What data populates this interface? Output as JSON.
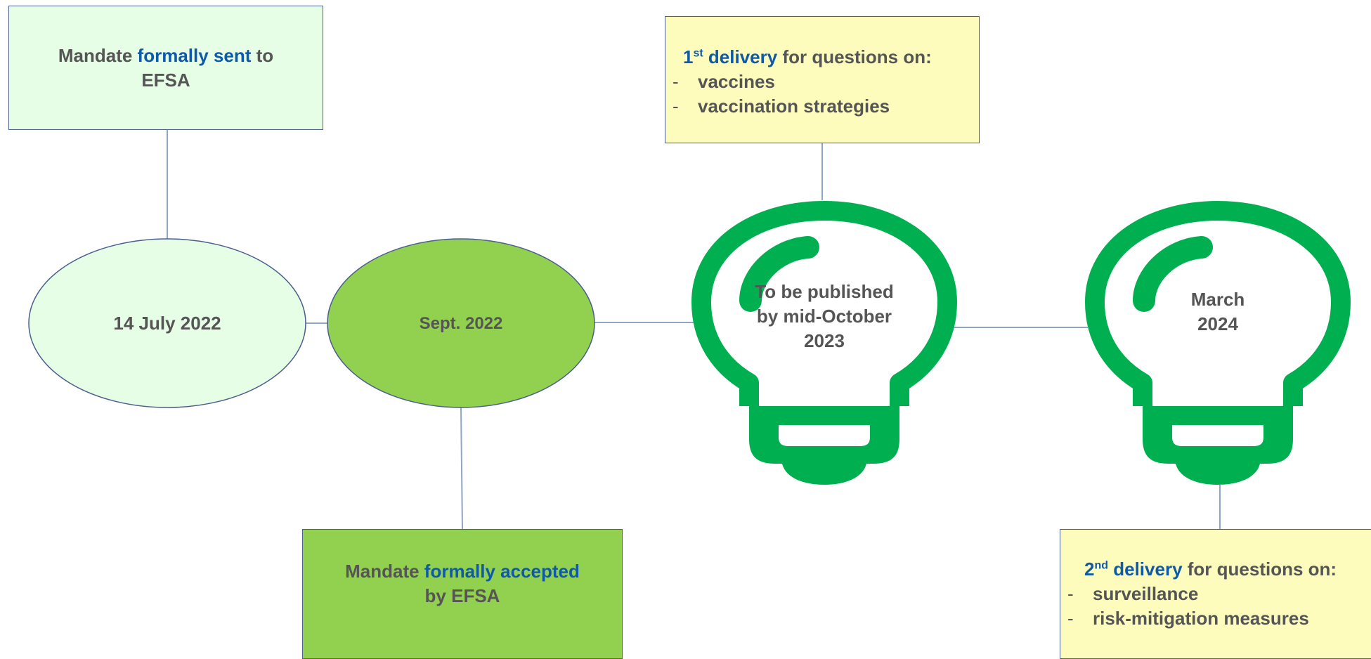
{
  "colors": {
    "box_light_green": "#e6fde6",
    "box_green": "#92d050",
    "box_yellow": "#fdfcbd",
    "bulb_green": "#00b050",
    "connector": "#8fa7c4",
    "text_gray": "#555555",
    "text_blue": "#0f5aa8",
    "border": "#4a5f8c"
  },
  "boxes": {
    "sent": {
      "prefix": "Mandate ",
      "highlight": "formally sent",
      "suffix": " to EFSA"
    },
    "accepted": {
      "prefix": "Mandate ",
      "highlight": "formally accepted",
      "suffix": " by EFSA"
    },
    "delivery1": {
      "ordinal_num": "1",
      "ordinal_sup": "st",
      "highlight": " delivery",
      "suffix": " for questions on:",
      "items": [
        "vaccines",
        "vaccination strategies"
      ]
    },
    "delivery2": {
      "ordinal_num": "2",
      "ordinal_sup": "nd",
      "highlight": " delivery",
      "suffix": " for questions on:",
      "items": [
        "surveillance",
        "risk-mitigation measures"
      ]
    }
  },
  "milestones": {
    "date1": "14 July 2022",
    "date2": "Sept. 2022",
    "bulb1": "To be published by mid-October 2023",
    "bulb2": "March 2024"
  }
}
